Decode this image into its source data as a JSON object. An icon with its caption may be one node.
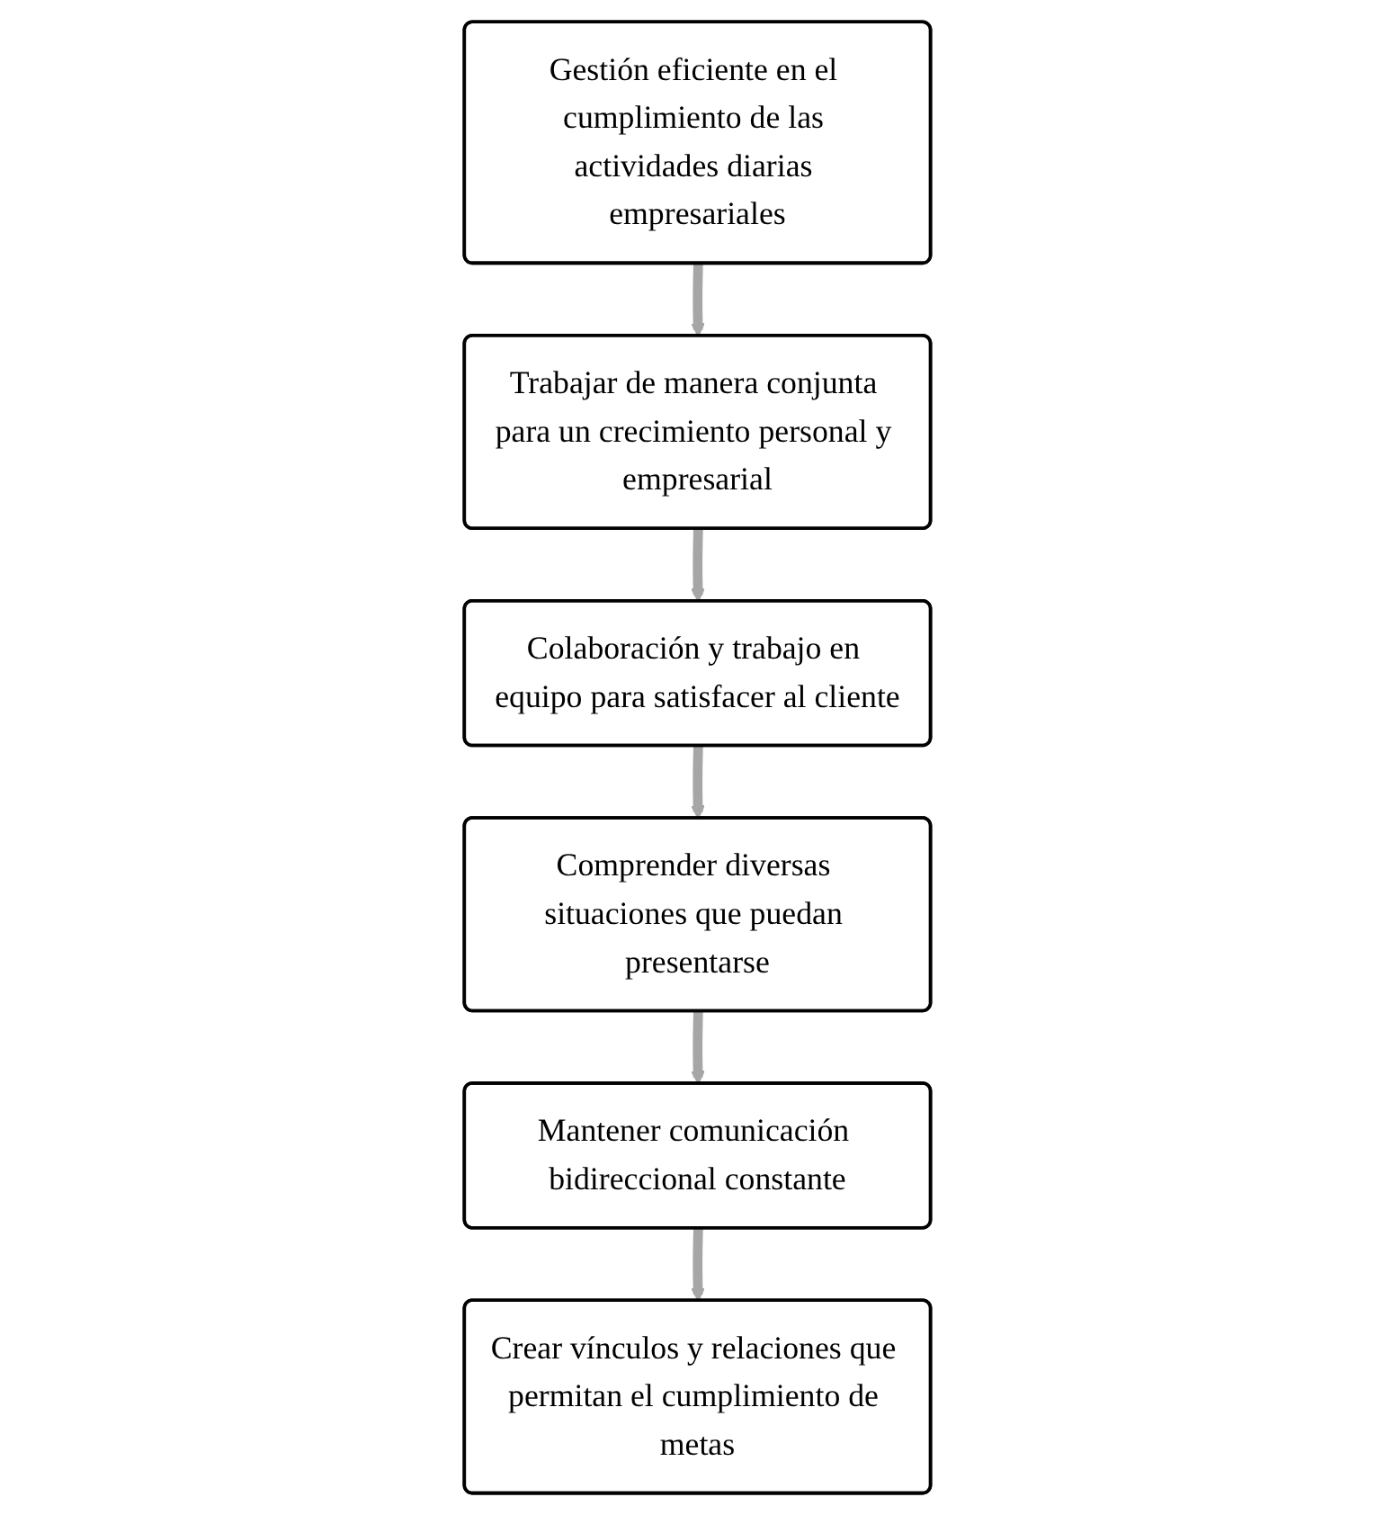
{
  "diagram": {
    "nodes": [
      {
        "text": [
          "Gestión eficiente en el cumplimiento de las actividades diarias empresariales"
        ]
      },
      {
        "text": [
          "Trabajar de manera conjunta para un crecimiento personal y empresarial"
        ]
      },
      {
        "text": [
          "Colaboración y trabajo en equipo para satisfacer al cliente"
        ]
      },
      {
        "text": [
          "Comprender diversas situaciones que puedan presentarse"
        ]
      },
      {
        "text": [
          "Mantener comunicación bidireccional constante"
        ]
      },
      {
        "text": [
          "Crear vínculos y relaciones que permitan el cumplimiento de metas"
        ]
      }
    ],
    "edges": [
      {
        "from": 0,
        "to": 1,
        "arrow": "to"
      },
      {
        "from": 1,
        "to": 2,
        "arrow": "to"
      },
      {
        "from": 2,
        "to": 3,
        "arrow": "to"
      },
      {
        "from": 3,
        "to": 4,
        "arrow": "to"
      },
      {
        "from": 4,
        "to": 5,
        "arrow": "to"
      }
    ]
  }
}
